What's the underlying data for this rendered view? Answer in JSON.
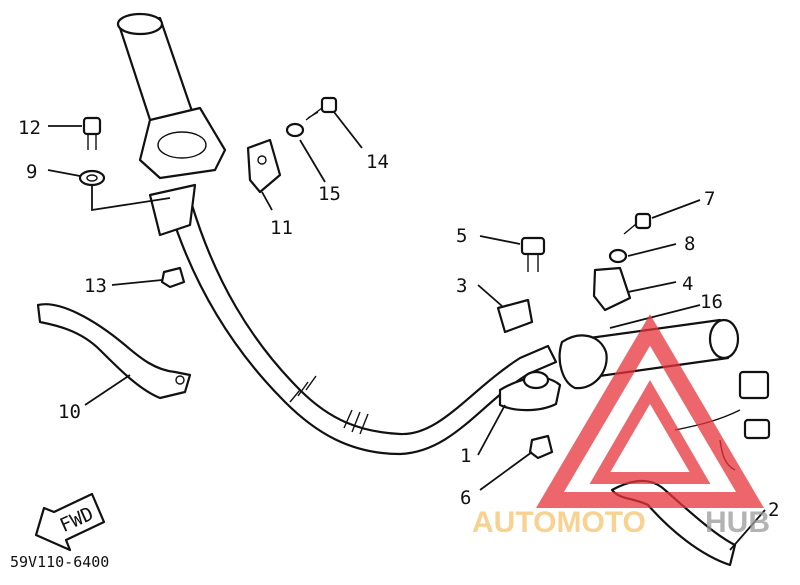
{
  "diagram": {
    "drawing_code": "59V110-6400",
    "direction_arrow_label": "FWD",
    "callouts": [
      {
        "id": "c1",
        "label": "1"
      },
      {
        "id": "c2",
        "label": "2"
      },
      {
        "id": "c3",
        "label": "3"
      },
      {
        "id": "c4",
        "label": "4"
      },
      {
        "id": "c5",
        "label": "5"
      },
      {
        "id": "c6",
        "label": "6"
      },
      {
        "id": "c7",
        "label": "7"
      },
      {
        "id": "c8",
        "label": "8"
      },
      {
        "id": "c9",
        "label": "9"
      },
      {
        "id": "c10",
        "label": "10"
      },
      {
        "id": "c11",
        "label": "11"
      },
      {
        "id": "c12",
        "label": "12"
      },
      {
        "id": "c13",
        "label": "13"
      },
      {
        "id": "c14",
        "label": "14"
      },
      {
        "id": "c15",
        "label": "15"
      },
      {
        "id": "c16",
        "label": "16"
      }
    ]
  },
  "watermark": {
    "text_part_1": "AUTOMOTO",
    "text_part_2": "HUB",
    "color_part_1": "#f5c36b",
    "color_part_2": "#9a9a9a",
    "triangle_color": "#e8343c"
  }
}
